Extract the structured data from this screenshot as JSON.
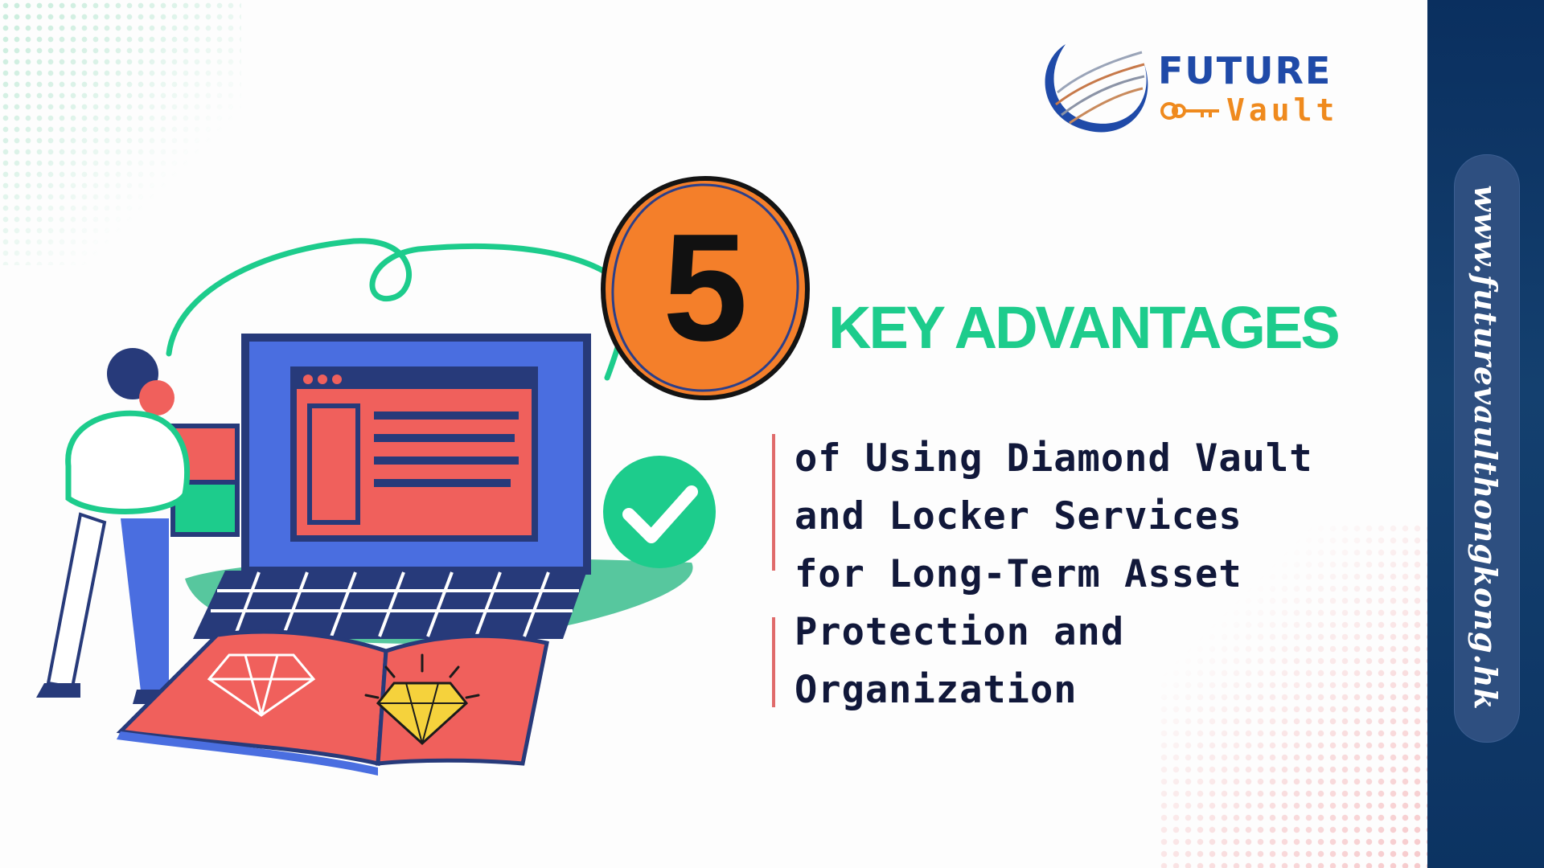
{
  "brand": {
    "logo_line1": "FUTURE",
    "logo_line2": "Vault",
    "colors": {
      "blue": "#1f4aa8",
      "orange": "#ef8a1e"
    }
  },
  "headline": {
    "number": "5",
    "title": "KEY ADVANTAGES",
    "colors": {
      "title": "#1dcc8c",
      "badge": "#f47f2a"
    }
  },
  "subtitle": {
    "lines": [
      "of Using Diamond Vault",
      "and Locker Services",
      "for Long-Term Asset",
      "Protection and",
      "Organization"
    ]
  },
  "sidebar": {
    "website": "www.futurevaulthongkong.hk",
    "colors": {
      "bar": "#0a2f5f",
      "pill": "#2e4f80"
    }
  },
  "illustration": {
    "icons": [
      "person-icon",
      "laptop-icon",
      "checkmark-icon",
      "open-book-icon",
      "diamond-icon"
    ]
  }
}
